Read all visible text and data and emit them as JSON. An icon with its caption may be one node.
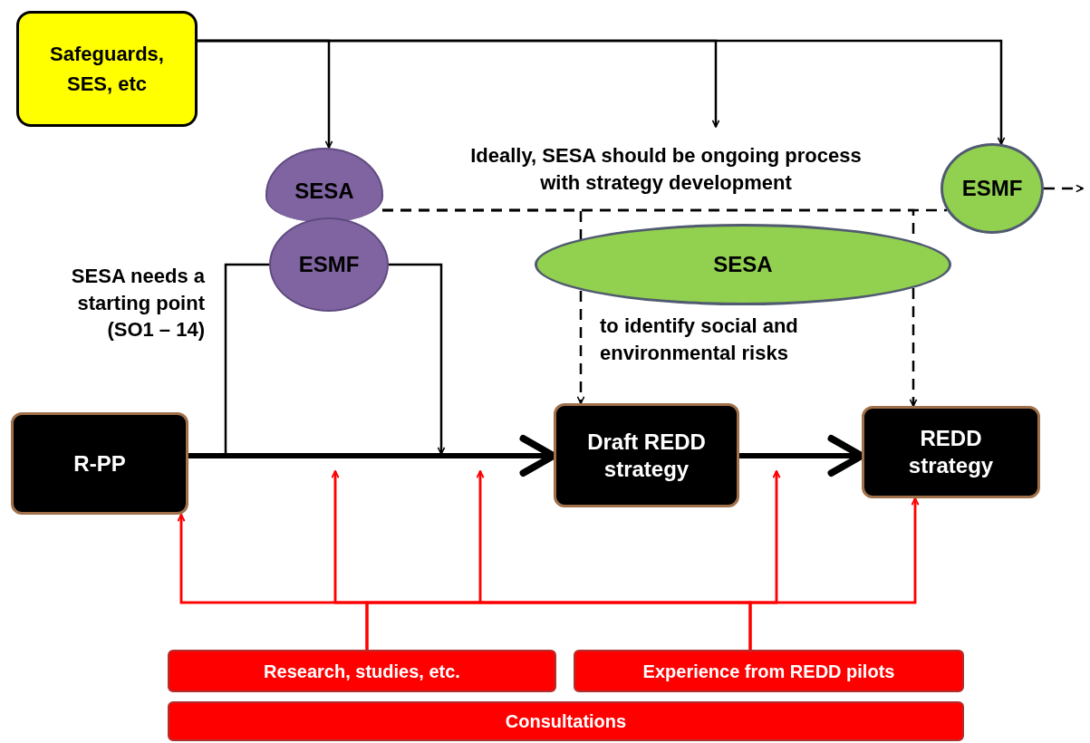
{
  "diagram": {
    "nodes": [
      {
        "text": [
          "Safeguards, SES, etc"
        ]
      },
      {
        "text": [
          "SESA"
        ]
      },
      {
        "text": [
          "ESMF"
        ]
      },
      {
        "text": [
          "ESMF"
        ]
      },
      {
        "text": [
          "SESA"
        ]
      },
      {
        "text": [
          "R-PP"
        ]
      },
      {
        "text": [
          "Draft REDD strategy"
        ]
      },
      {
        "text": [
          "REDD strategy"
        ]
      },
      {
        "text": [
          "Research, studies, etc."
        ]
      },
      {
        "text": [
          "Experience from REDD pilots"
        ]
      },
      {
        "text": [
          "Consultations"
        ]
      }
    ],
    "edges": [
      {
        "from": 0,
        "to": 1,
        "arrow": "to"
      },
      {
        "from": 0,
        "to": null,
        "arrow": "to"
      },
      {
        "from": 0,
        "to": 3,
        "arrow": "to"
      },
      {
        "from": 1,
        "to": 3,
        "arrow": "none",
        "style": "dashed"
      },
      {
        "from": 3,
        "to": null,
        "arrow": "to",
        "style": "dashed"
      },
      {
        "from": 1,
        "to": 4,
        "arrow": "none",
        "style": "dashed"
      },
      {
        "from": 1,
        "to": 4,
        "arrow": "none",
        "style": "dashed"
      },
      {
        "from": 4,
        "to": 6,
        "arrow": "to",
        "style": "dashed"
      },
      {
        "from": 4,
        "to": 7,
        "arrow": "to",
        "style": "dashed"
      },
      {
        "from": null,
        "to": 2,
        "arrow": "none"
      },
      {
        "from": 2,
        "to": null,
        "arrow": "to"
      },
      {
        "from": 5,
        "to": 6,
        "arrow": "to",
        "style": "thick"
      },
      {
        "from": 6,
        "to": 7,
        "arrow": "to",
        "style": "thick"
      },
      {
        "from": 8,
        "to": 5,
        "arrow": "to",
        "color": "#ff0000"
      },
      {
        "from": 8,
        "to": null,
        "arrow": "to",
        "color": "#ff0000"
      },
      {
        "from": 8,
        "to": null,
        "arrow": "to",
        "color": "#ff0000"
      },
      {
        "from": 8,
        "to": null,
        "arrow": "to",
        "color": "#ff0000"
      },
      {
        "from": 8,
        "to": 7,
        "arrow": "to",
        "color": "#ff0000"
      },
      {
        "from": 9,
        "to": 5,
        "arrow": "to",
        "color": "#ff0000"
      },
      {
        "from": 9,
        "to": null,
        "arrow": "to",
        "color": "#ff0000"
      },
      {
        "from": 9,
        "to": null,
        "arrow": "to",
        "color": "#ff0000"
      },
      {
        "from": 9,
        "to": null,
        "arrow": "to",
        "color": "#ff0000"
      },
      {
        "from": 9,
        "to": 7,
        "arrow": "to",
        "color": "#ff0000"
      }
    ],
    "labels": [
      "Ideally, SESA should be ongoing process with strategy development",
      "SESA needs a starting point (SO1 – 14)",
      "to identify social and environmental risks"
    ]
  }
}
